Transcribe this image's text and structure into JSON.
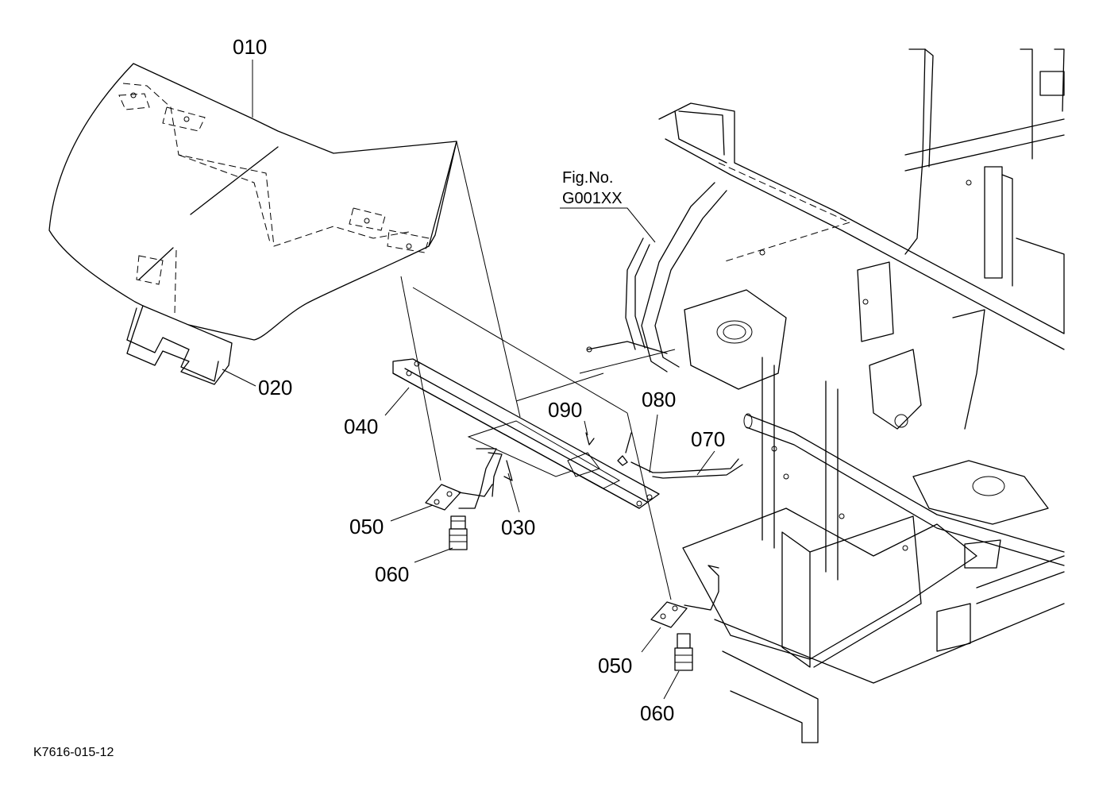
{
  "figure": {
    "drawing_code": "K7616-015-12",
    "fig_ref": {
      "line1": "Fig.No.",
      "line2": "G001XX"
    }
  },
  "callouts": [
    {
      "id": "c010",
      "text": "010"
    },
    {
      "id": "c020",
      "text": "020"
    },
    {
      "id": "c040",
      "text": "040"
    },
    {
      "id": "c090",
      "text": "090"
    },
    {
      "id": "c080",
      "text": "080"
    },
    {
      "id": "c070",
      "text": "070"
    },
    {
      "id": "c050a",
      "text": "050"
    },
    {
      "id": "c030",
      "text": "030"
    },
    {
      "id": "c060a",
      "text": "060"
    },
    {
      "id": "c050b",
      "text": "050"
    },
    {
      "id": "c060b",
      "text": "060"
    }
  ]
}
